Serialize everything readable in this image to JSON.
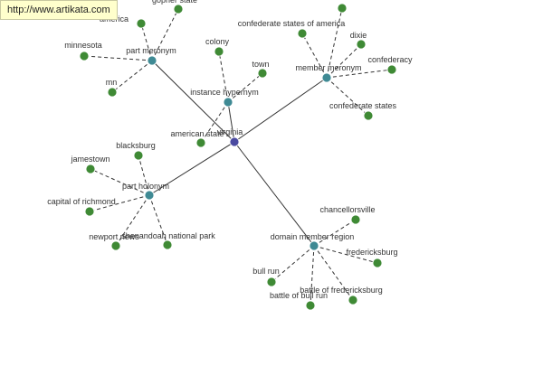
{
  "url": "http://www.artikata.com",
  "colors": {
    "center_node": "#4a4aa0",
    "relation_node": "#3f8a94",
    "leaf_node": "#3f8a35",
    "edge": "#333333"
  },
  "center": {
    "id": "c",
    "label": "virginia"
  },
  "relations": [
    {
      "id": "r1",
      "label": "part meronym",
      "leaves": [
        {
          "id": "l1",
          "label": "america"
        },
        {
          "id": "l2",
          "label": "gopher state"
        },
        {
          "id": "l3",
          "label": "minnesota"
        },
        {
          "id": "l4",
          "label": "mn"
        }
      ]
    },
    {
      "id": "r2",
      "label": "instance hypernym",
      "leaves": [
        {
          "id": "l5",
          "label": "colony"
        },
        {
          "id": "l6",
          "label": "town"
        },
        {
          "id": "l7",
          "label": "american state"
        }
      ]
    },
    {
      "id": "r3",
      "label": "member meronym",
      "leaves": [
        {
          "id": "l8",
          "label": ""
        },
        {
          "id": "l9",
          "label": "confederate states of america"
        },
        {
          "id": "l10",
          "label": "dixie"
        },
        {
          "id": "l11",
          "label": "confederacy"
        },
        {
          "id": "l12",
          "label": "confederate states"
        }
      ]
    },
    {
      "id": "r4",
      "label": "part holonym",
      "leaves": [
        {
          "id": "l13",
          "label": "blacksburg"
        },
        {
          "id": "l14",
          "label": "jamestown"
        },
        {
          "id": "l15",
          "label": "capital of richmond"
        },
        {
          "id": "l16",
          "label": "newport news"
        },
        {
          "id": "l17",
          "label": "shenandoah national park"
        }
      ]
    },
    {
      "id": "r5",
      "label": "domain member region",
      "leaves": [
        {
          "id": "l18",
          "label": "chancellorsville"
        },
        {
          "id": "l19",
          "label": "fredericksburg"
        },
        {
          "id": "l20",
          "label": "bull run"
        },
        {
          "id": "l21",
          "label": "battle of bull run"
        },
        {
          "id": "l22",
          "label": "battle of fredericksburg"
        }
      ]
    }
  ]
}
